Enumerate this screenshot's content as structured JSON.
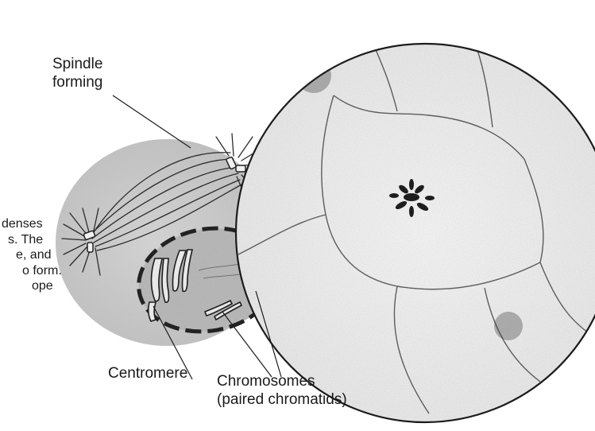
{
  "labels": {
    "spindle": [
      "Spindle",
      "forming"
    ],
    "centromere": "Centromere",
    "chromosomes": [
      "Chromosomes",
      "(paired chromatids)"
    ]
  },
  "description_fragments": [
    "denses",
    "s. The",
    "e, and",
    "o form.",
    "ope"
  ],
  "colors": {
    "cell_fill": "#c9c9c9",
    "micrograph_fill": "#f1f1f1",
    "nuclear_envelope": "#2a2a2a",
    "ink": "#1a1a1a"
  }
}
